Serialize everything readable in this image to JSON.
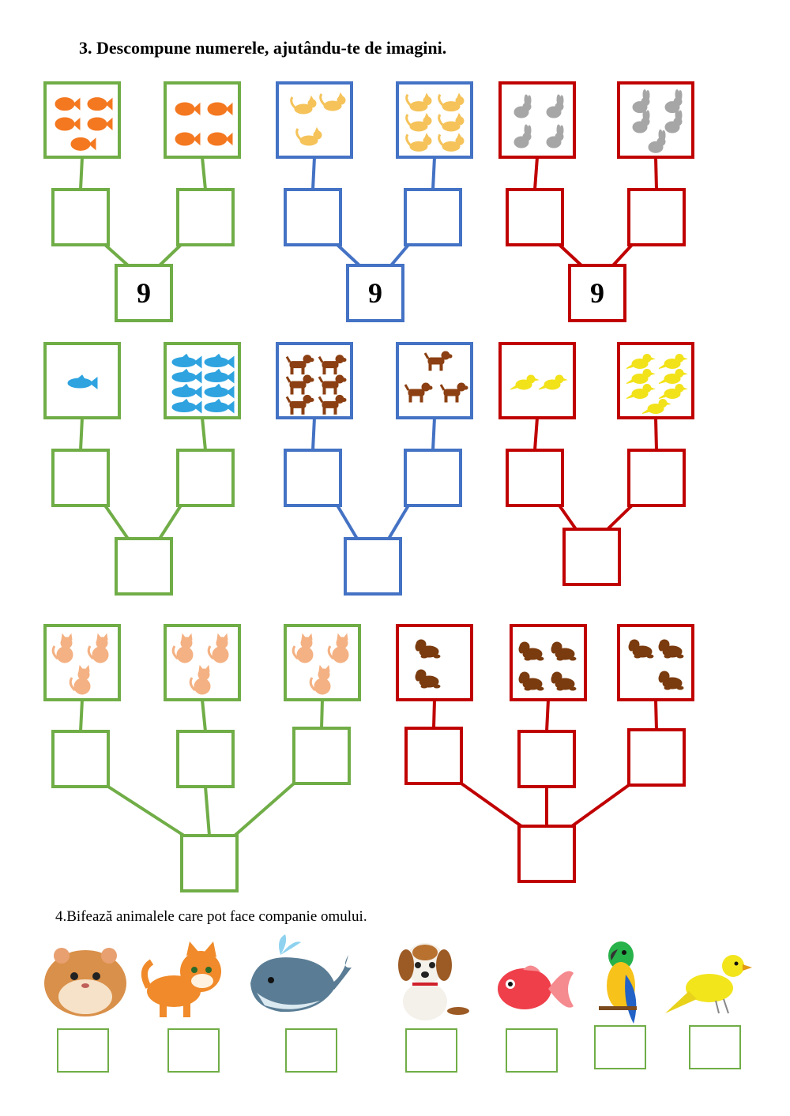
{
  "exercise3": {
    "title": "3.  Descompune numerele, ajutându-te de imagini.",
    "trees": [
      {
        "id": "t1",
        "color": "#70ad47",
        "total": "9",
        "groups": [
          {
            "animal": "clownfish",
            "count": 5
          },
          {
            "animal": "clownfish",
            "count": 4
          }
        ]
      },
      {
        "id": "t2",
        "color": "#4472c4",
        "total": "9",
        "groups": [
          {
            "animal": "cat",
            "count": 3
          },
          {
            "animal": "cat",
            "count": 6
          }
        ]
      },
      {
        "id": "t3",
        "color": "#c00000",
        "total": "9",
        "groups": [
          {
            "animal": "rabbit",
            "count": 4
          },
          {
            "animal": "rabbit",
            "count": 5
          }
        ]
      },
      {
        "id": "t4",
        "color": "#70ad47",
        "total": "",
        "groups": [
          {
            "animal": "blue-fish",
            "count": 1
          },
          {
            "animal": "blue-fish",
            "count": 8
          }
        ]
      },
      {
        "id": "t5",
        "color": "#4472c4",
        "total": "",
        "groups": [
          {
            "animal": "dog",
            "count": 6
          },
          {
            "animal": "dog",
            "count": 3
          }
        ]
      },
      {
        "id": "t6",
        "color": "#c00000",
        "total": "",
        "groups": [
          {
            "animal": "canary",
            "count": 2
          },
          {
            "animal": "canary",
            "count": 7
          }
        ]
      },
      {
        "id": "t7",
        "color": "#70ad47",
        "total": "",
        "groups": [
          {
            "animal": "sitting-cat",
            "count": 3
          },
          {
            "animal": "sitting-cat",
            "count": 3
          },
          {
            "animal": "sitting-cat",
            "count": 3
          }
        ]
      },
      {
        "id": "t8",
        "color": "#c00000",
        "total": "",
        "groups": [
          {
            "animal": "puppy",
            "count": 2
          },
          {
            "animal": "puppy",
            "count": 4
          },
          {
            "animal": "puppy",
            "count": 3
          }
        ]
      }
    ]
  },
  "exercise4": {
    "title": "4.Bifează animalele care pot face companie omului.",
    "animals": [
      "hamster-icon",
      "kitten-icon",
      "whale-icon",
      "puppy-icon",
      "goldfish-icon",
      "parrot-icon",
      "canary-icon"
    ],
    "checkbox_color": "#70ad47"
  },
  "colors": {
    "clownfish": "#f47820",
    "cat": "#f5c35a",
    "rabbit": "#a6a6a6",
    "blue-fish": "#2ea3e0",
    "dog": "#8b3f12",
    "canary": "#f2e21a",
    "sitting-cat": "#f4b183",
    "puppy": "#7a3b0e"
  }
}
